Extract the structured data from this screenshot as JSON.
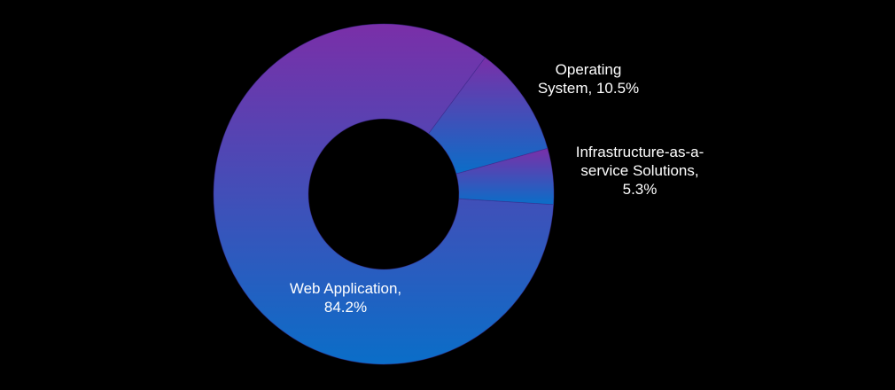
{
  "chart_data": {
    "type": "pie",
    "donut": true,
    "slices": [
      {
        "label_lines": [
          "Web Application,",
          "84.2%"
        ],
        "name": "Web Application",
        "value": 84.2
      },
      {
        "label_lines": [
          "Operating",
          "System, 10.5%"
        ],
        "name": "Operating System",
        "value": 10.5
      },
      {
        "label_lines": [
          "Infrastructure-as-a-",
          "service Solutions,",
          "5.3%"
        ],
        "name": "Infrastructure-as-a-service Solutions",
        "value": 5.3
      }
    ],
    "colors": {
      "gradient_top": "#7a2fa8",
      "gradient_bottom": "#0a6ec8",
      "background": "#000000",
      "label": "#ffffff"
    },
    "legend": "none"
  }
}
